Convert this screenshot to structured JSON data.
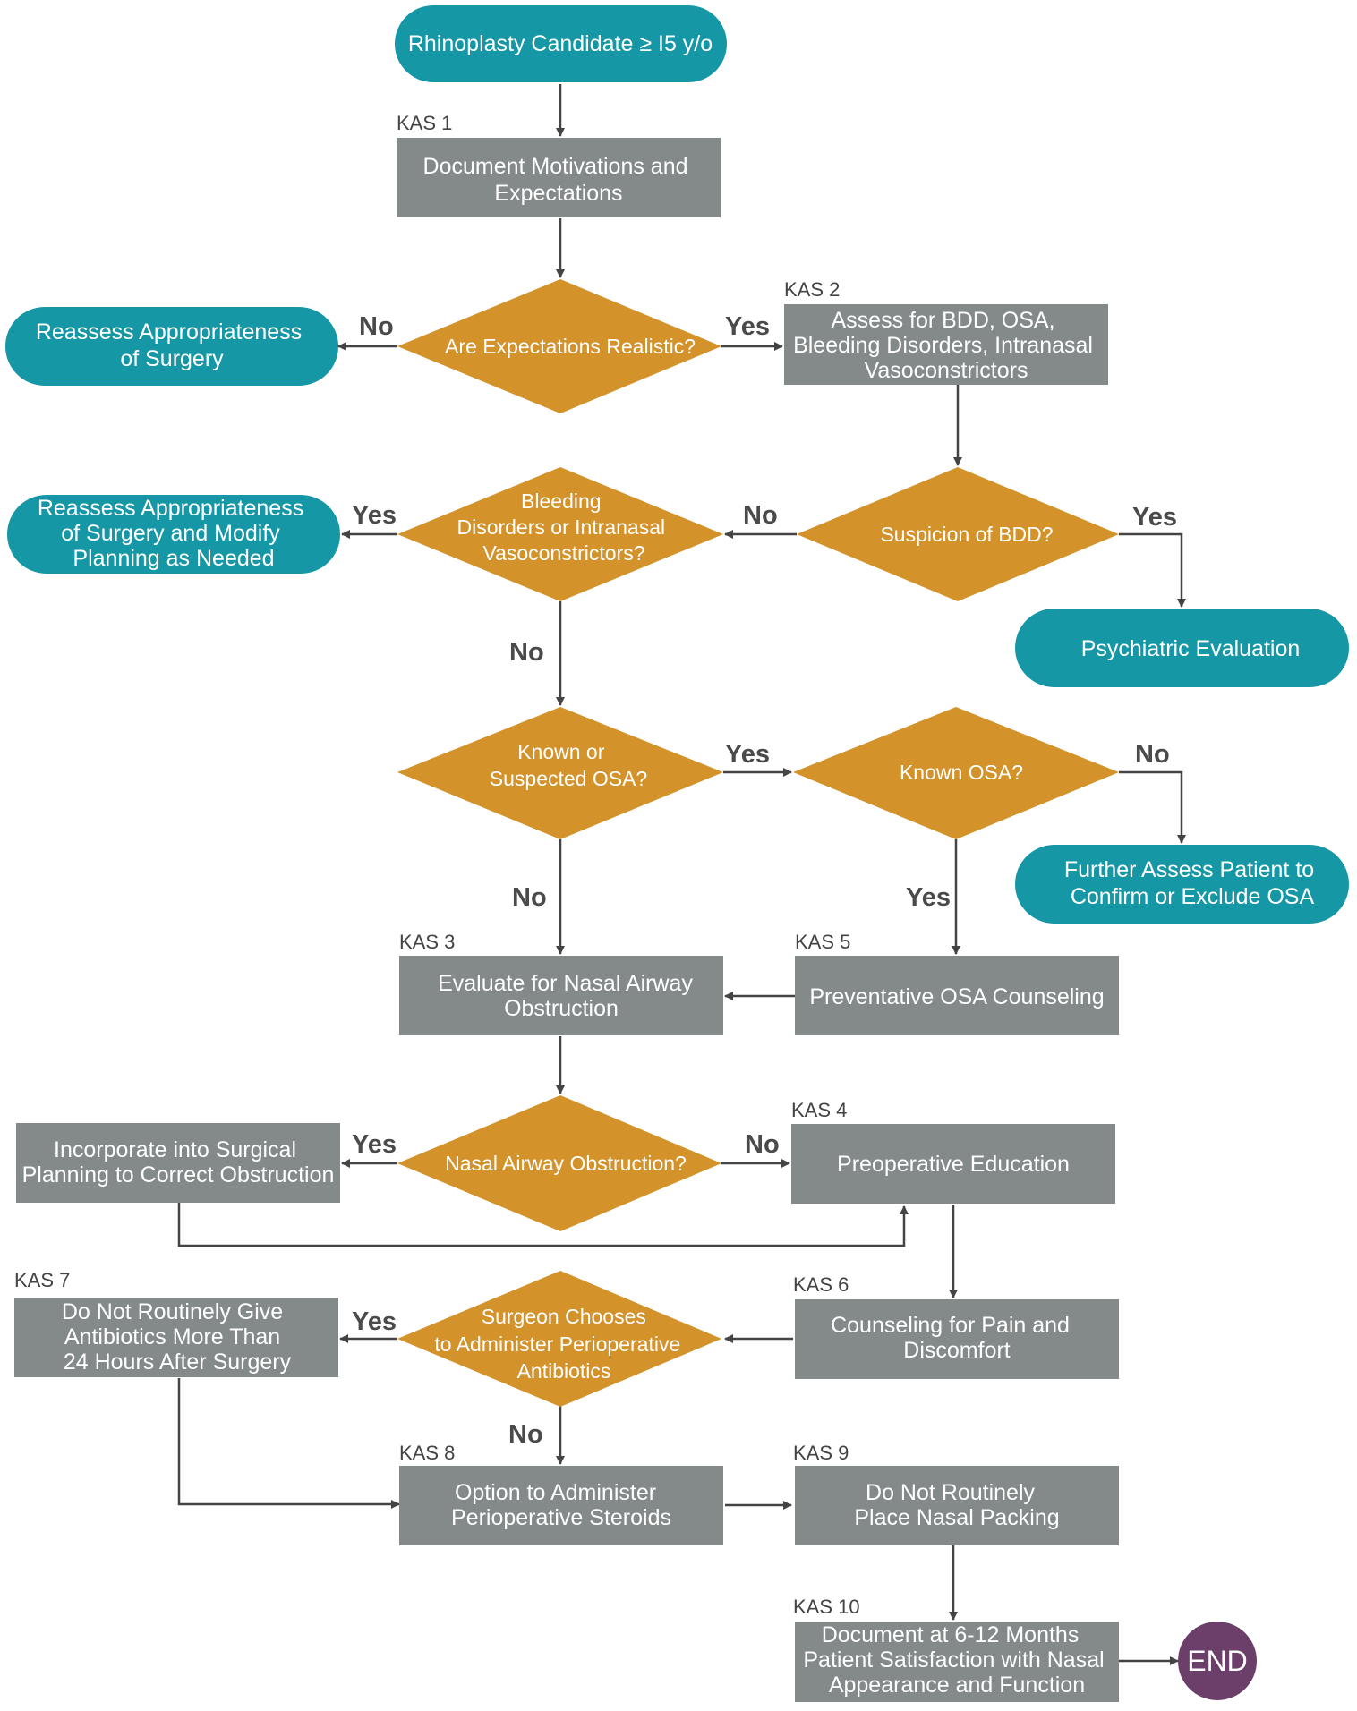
{
  "colors": {
    "terminal": "#1597a6",
    "process": "#848a8a",
    "decision": "#d3922a",
    "end": "#6b3f6a",
    "connector": "#444444"
  },
  "nodes": {
    "start": "Rhinoplasty Candidate ≥ I5 y/o",
    "kas1": "KAS 1",
    "doc_motivations": [
      "Document Motivations and",
      "Expectations"
    ],
    "q_realistic": "Are Expectations Realistic?",
    "reassess_surgery": [
      "Reassess Appropriateness",
      "of Surgery"
    ],
    "kas2": "KAS 2",
    "assess_bdd": [
      "Assess for BDD, OSA,",
      "Bleeding Disorders, Intranasal",
      "Vasoconstrictors"
    ],
    "q_bdd": "Suspicion of BDD?",
    "psych_eval": "Psychiatric Evaluation",
    "q_bleeding": [
      "Bleeding",
      "Disorders or Intranasal",
      "Vasoconstrictors?"
    ],
    "reassess_modify": [
      "Reassess Appropriateness",
      "of Surgery and Modify",
      "Planning as Needed"
    ],
    "q_known_suspected_osa": [
      "Known or",
      "Suspected OSA?"
    ],
    "q_known_osa": "Known OSA?",
    "further_assess_osa": [
      "Further Assess Patient to",
      "Confirm or Exclude OSA"
    ],
    "kas3": "KAS 3",
    "eval_airway": [
      "Evaluate for Nasal Airway",
      "Obstruction"
    ],
    "kas5": "KAS 5",
    "osa_counseling": "Preventative OSA Counseling",
    "q_airway": "Nasal Airway Obstruction?",
    "incorporate": [
      "Incorporate into Surgical",
      "Planning to Correct Obstruction"
    ],
    "kas4": "KAS 4",
    "preop_education": "Preoperative Education",
    "kas6": "KAS 6",
    "pain_counseling": [
      "Counseling for Pain and",
      "Discomfort"
    ],
    "q_antibiotics": [
      "Surgeon Chooses",
      "to Administer Perioperative",
      "Antibiotics"
    ],
    "kas7": "KAS 7",
    "no_antibiotics": [
      "Do Not Routinely Give",
      "Antibiotics More Than",
      "24 Hours After Surgery"
    ],
    "kas8": "KAS 8",
    "steroids": [
      "Option to Administer",
      "Perioperative Steroids"
    ],
    "kas9": "KAS 9",
    "no_packing": [
      "Do Not Routinely",
      "Place Nasal Packing"
    ],
    "kas10": "KAS 10",
    "document_satisfaction": [
      "Document at 6-12 Months",
      "Patient Satisfaction with Nasal",
      "Appearance and Function"
    ],
    "end": "END"
  },
  "edge_labels": {
    "realistic_no": "No",
    "realistic_yes": "Yes",
    "bleeding_yes": "Yes",
    "bdd_no": "No",
    "bdd_yes": "Yes",
    "bleeding_no": "No",
    "suspected_osa_yes": "Yes",
    "known_osa_no": "No",
    "suspected_osa_no": "No",
    "known_osa_yes": "Yes",
    "airway_yes": "Yes",
    "airway_no": "No",
    "antibiotics_yes": "Yes",
    "antibiotics_no": "No"
  }
}
